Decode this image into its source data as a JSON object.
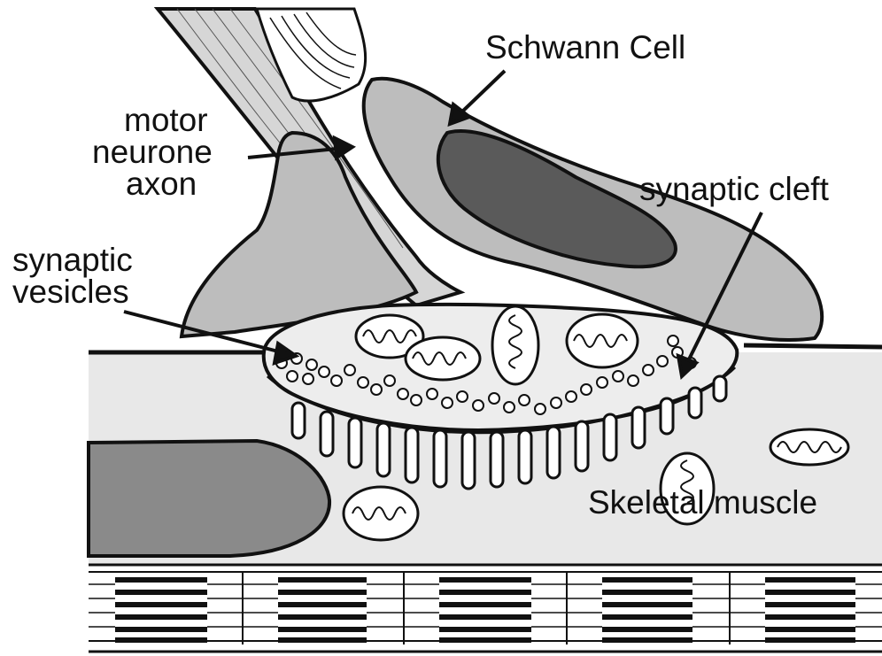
{
  "labels": {
    "schwann_cell": "Schwann Cell",
    "motor_neurone_axon": [
      "motor",
      "neurone",
      "axon"
    ],
    "synaptic_cleft": "synaptic cleft",
    "synaptic_vesicles": [
      "synaptic",
      "vesicles"
    ],
    "skeletal_muscle": "Skeletal muscle"
  },
  "colors": {
    "background": "#ffffff",
    "outline": "#111111",
    "muscle_fill": "#e8e8e8",
    "schwann_fill": "#bdbdbd",
    "nucleus_fill": "#5a5a5a",
    "muscle_nucleus_fill": "#8a8a8a",
    "terminal_fill": "#ededed",
    "axon_fill": "#d6d6d6"
  }
}
